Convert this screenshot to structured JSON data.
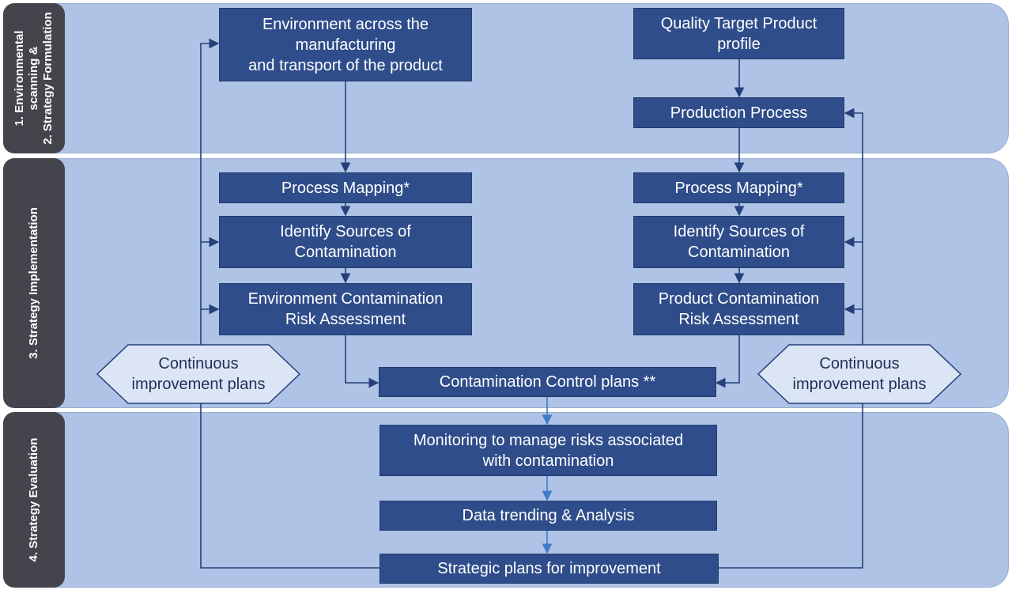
{
  "bands": [
    {
      "label": "1. Environmental\nscanning &\n2. Strategy Formulation"
    },
    {
      "label": "3. Strategy Implementation"
    },
    {
      "label": "4. Strategy Evaluation"
    }
  ],
  "nodes": {
    "environment": "Environment across the\nmanufacturing\nand transport of the product",
    "qtpp": "Quality Target Product\nprofile",
    "production_process": "Production Process",
    "process_mapping_left": "Process Mapping*",
    "process_mapping_right": "Process Mapping*",
    "identify_left": "Identify Sources of\nContamination",
    "identify_right": "Identify Sources of\nContamination",
    "env_risk": "Environment Contamination\nRisk Assessment",
    "product_risk": "Product Contamination\nRisk Assessment",
    "control_plans": "Contamination Control plans **",
    "monitoring": "Monitoring to manage risks associated\nwith contamination",
    "data_trending": "Data trending & Analysis",
    "strategic_plans": "Strategic plans for improvement"
  },
  "improvement": {
    "left": "Continuous\nimprovement plans",
    "right": "Continuous\nimprovement plans"
  },
  "colors": {
    "band_fill": "#afc3e6",
    "tab_fill": "#44444c",
    "node_fill": "#2f4d8a",
    "hex_fill": "#dbe5f5",
    "edge_dark": "#25407a",
    "edge_blue": "#3f79c9"
  }
}
